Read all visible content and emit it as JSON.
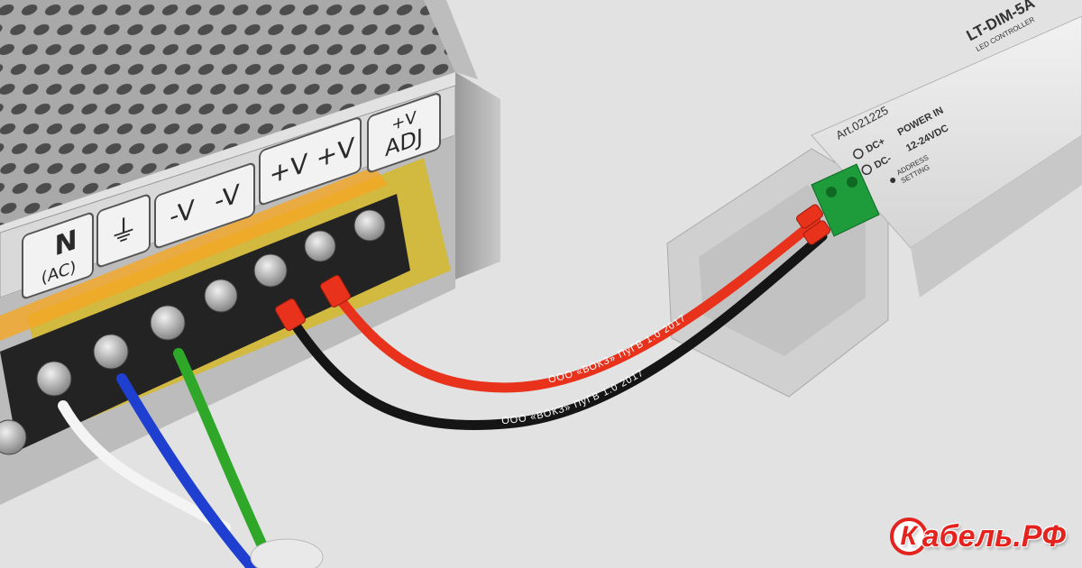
{
  "psu": {
    "terminal_labels": {
      "n": "N",
      "ac": "(AC)",
      "ground": "⏚",
      "minus_v_1": "-V",
      "minus_v_2": "-V",
      "plus_v_1": "+V",
      "plus_v_2": "+V",
      "adj_top": "+V",
      "adj_bottom": "ADJ"
    }
  },
  "controller": {
    "article": "Art.021225",
    "model": "LT-DIM-5A",
    "subtitle": "LED CONTROLLER",
    "dc_plus": "DC+",
    "dc_minus": "DC-",
    "power_in": "POWER IN",
    "voltage": "12-24VDC",
    "address_1": "ADDRESS",
    "address_2": "SETTING"
  },
  "cables": {
    "red_print": "ООО «ВОКЗ» ПуГВ 1.0 2017",
    "black_print": "ООО «ВОКЗ» ПуГВ 1.0 2017"
  },
  "brand": {
    "letter": "К",
    "rest": "абель.РФ"
  },
  "colors": {
    "background": "#e2e2e2",
    "wire_red": "#e8321c",
    "wire_black": "#151515",
    "wire_blue": "#1f3fd1",
    "wire_green": "#2fa82a",
    "wire_white": "#f4f4f4",
    "terminal_green": "#1e9b3a",
    "brand_red": "#e4231f",
    "cover_amber": "#f5a623"
  }
}
